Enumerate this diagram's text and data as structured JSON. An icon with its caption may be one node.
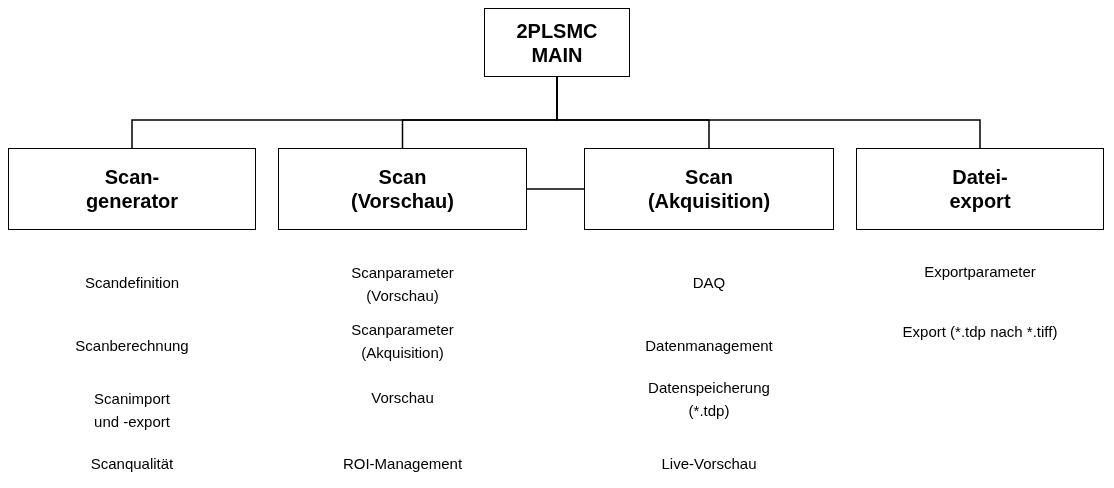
{
  "diagram": {
    "nodes": [
      {
        "text": [
          "2PLSMC MAIN"
        ]
      },
      {
        "text": [
          "Scan- generator"
        ],
        "beside": [
          "Scandefinition",
          "Scanberechnung",
          "Scanimport und -export",
          "Scanqualität"
        ]
      },
      {
        "text": [
          "Scan (Vorschau)"
        ],
        "beside": [
          "Scanparameter (Vorschau)",
          "Scanparameter (Akquisition)",
          "Vorschau",
          "ROI-Management"
        ]
      },
      {
        "text": [
          "Scan (Akquisition)"
        ],
        "beside": [
          "DAQ",
          "Datenmanagement",
          "Datenspeicherung (*.tdp)",
          "Live-Vorschau"
        ]
      },
      {
        "text": [
          "Datei- export"
        ],
        "beside": [
          "Exportparameter",
          "Export (*.tdp nach *.tiff)"
        ]
      }
    ],
    "edges": [
      {
        "from": 0,
        "to": 1,
        "arrow": "none"
      },
      {
        "from": 0,
        "to": 2,
        "arrow": "none"
      },
      {
        "from": 0,
        "to": 3,
        "arrow": "none"
      },
      {
        "from": 0,
        "to": 4,
        "arrow": "none"
      },
      {
        "from": 2,
        "to": 3,
        "arrow": "none"
      }
    ]
  }
}
